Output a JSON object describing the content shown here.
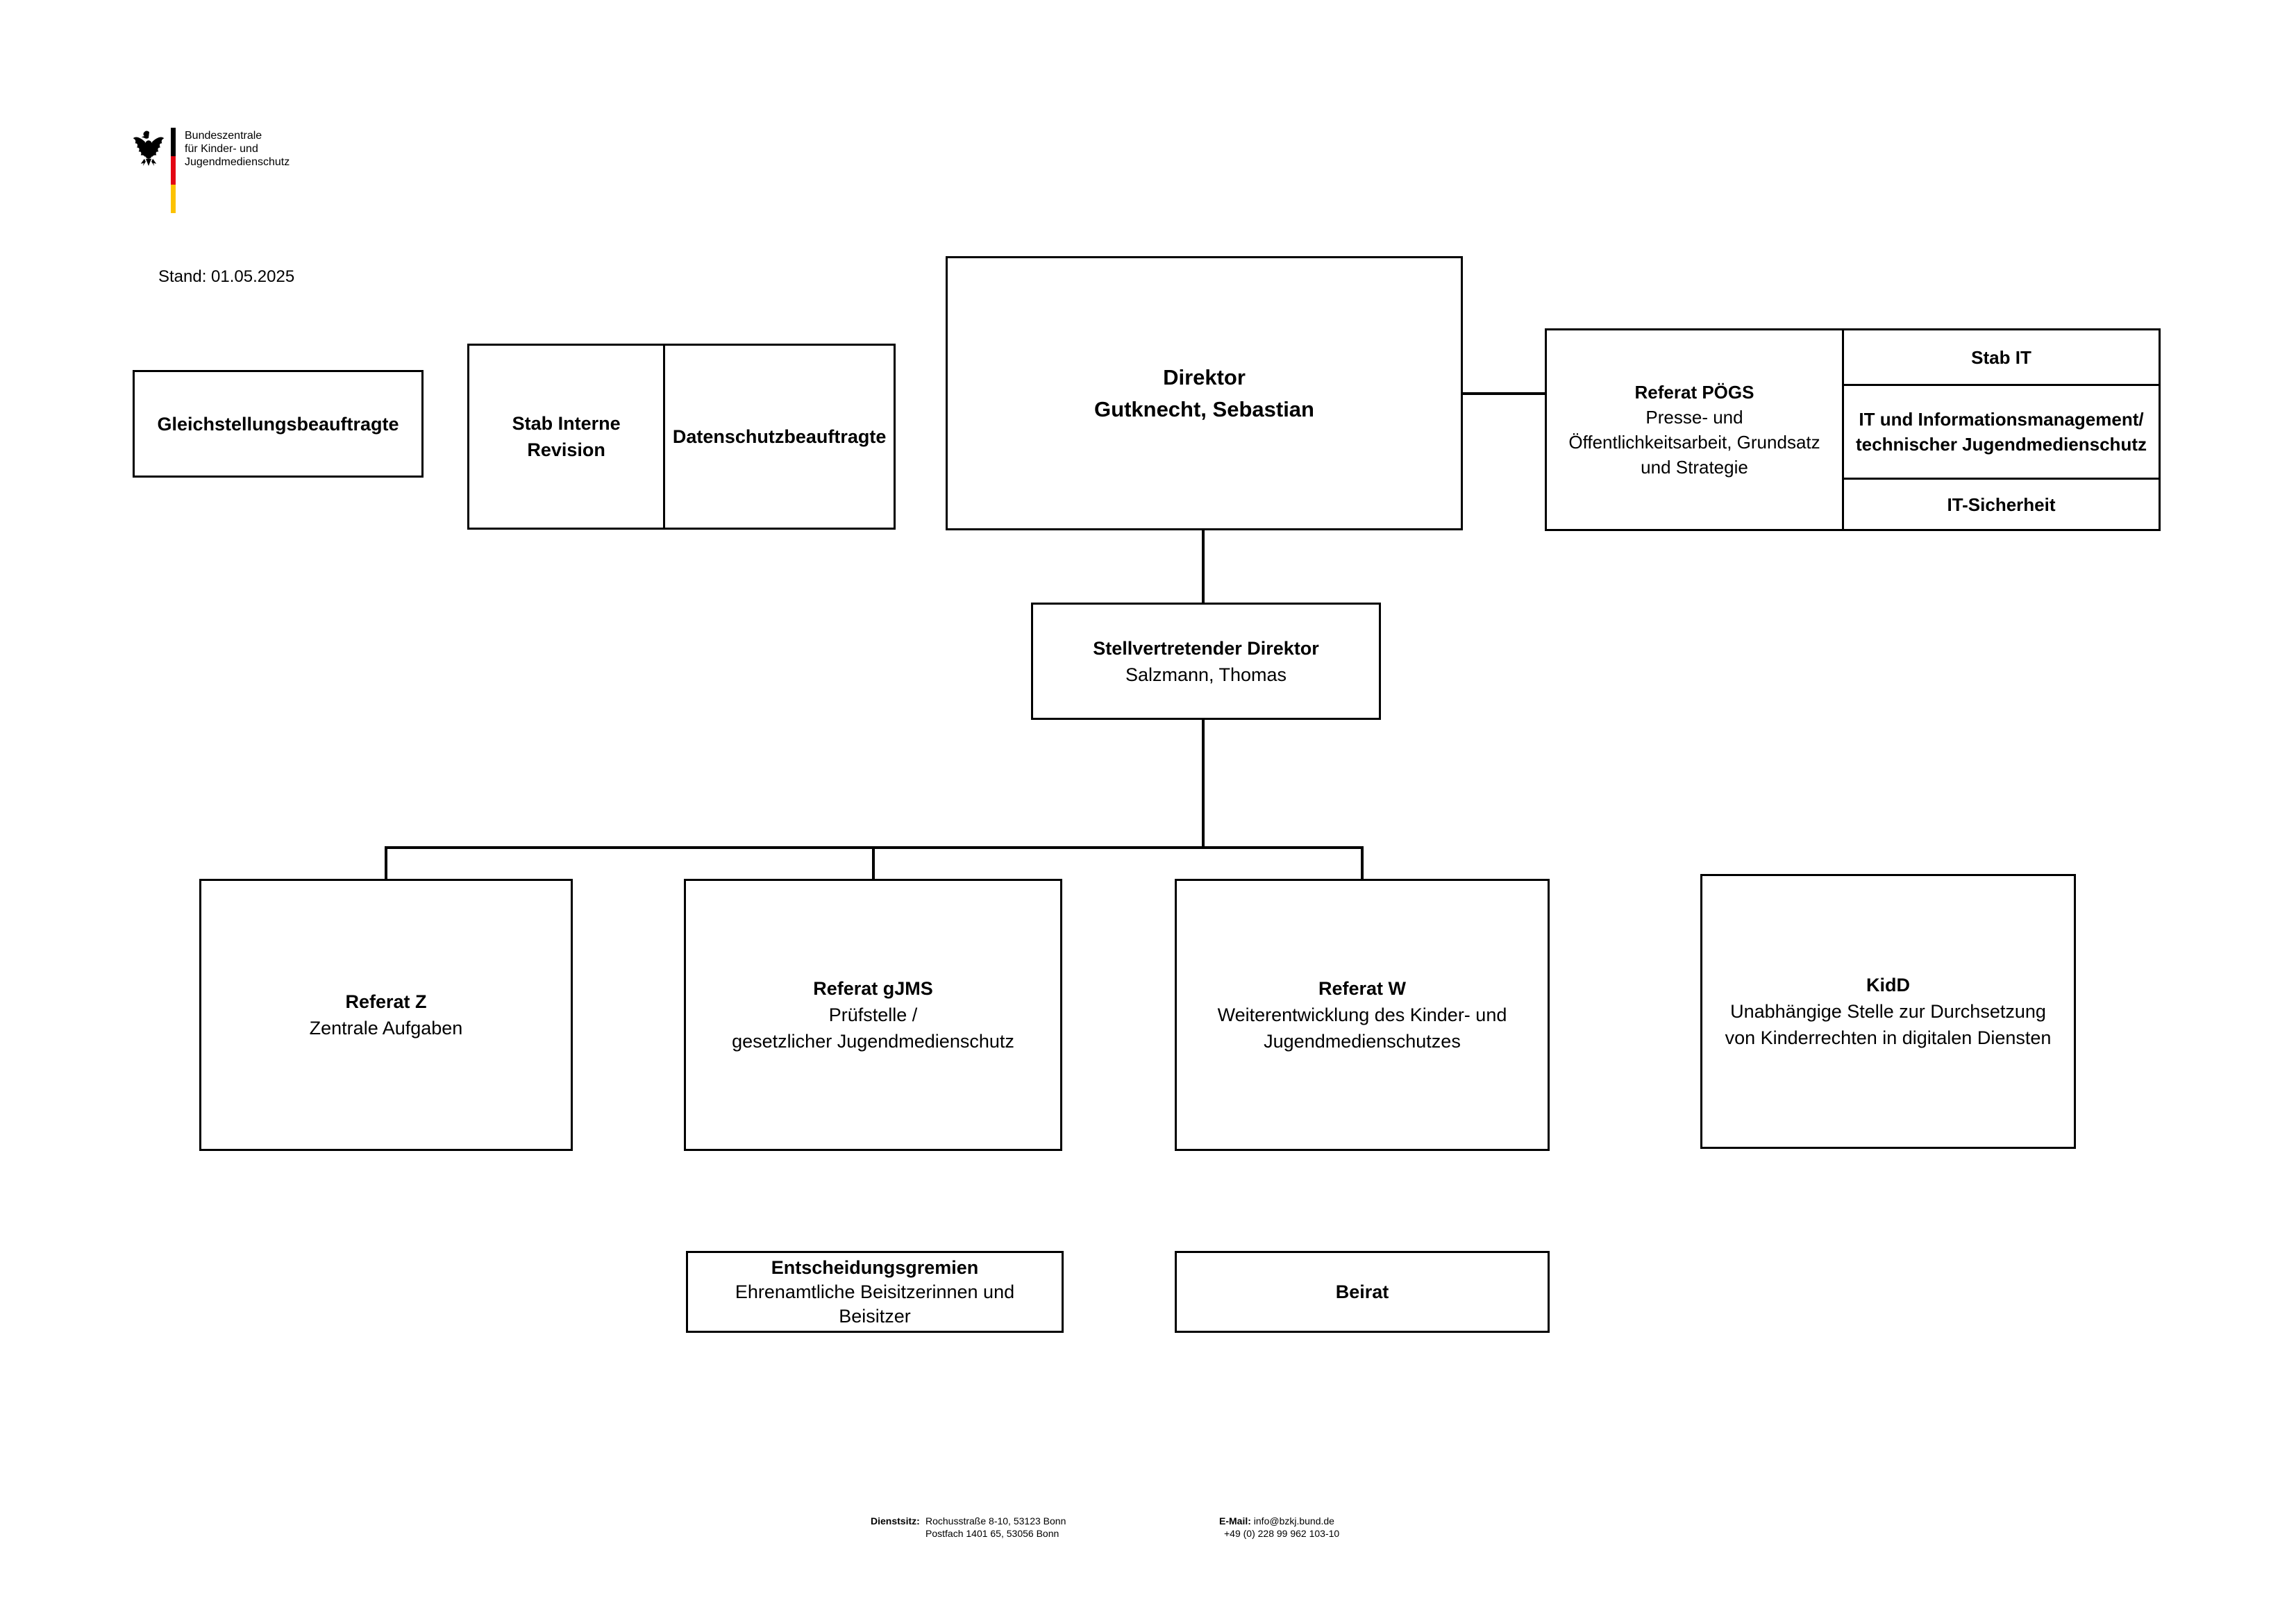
{
  "meta": {
    "stand": "Stand: 01.05.2025"
  },
  "logo": {
    "eagle_icon": "bundesadler-eagle",
    "text_lines": [
      "Bundeszentrale",
      "für Kinder- und",
      "Jugendmedienschutz"
    ],
    "flag_black": "#000000",
    "flag_red": "#e30613",
    "flag_gold": "#fcc200"
  },
  "org": {
    "gleichstellung": {
      "title": "Gleichstellungsbeauftragte"
    },
    "stab_interne_revision": {
      "title": [
        "Stab Interne",
        "Revision"
      ]
    },
    "datenschutz": {
      "title": "Datenschutzbeauftragte"
    },
    "direktor": {
      "title": "Direktor",
      "name": "Gutknecht, Sebastian"
    },
    "poegs": {
      "title": "Referat PÖGS",
      "subtitle": [
        "Presse- und",
        "Öffentlichkeitsarbeit, Grundsatz",
        "und Strategie"
      ]
    },
    "stab_it": {
      "title": "Stab IT"
    },
    "it_mgmt": {
      "title": [
        "IT und Informationsmanagement/",
        "technischer Jugendmedienschutz"
      ]
    },
    "it_sicherheit": {
      "title": "IT-Sicherheit"
    },
    "stellvertreter": {
      "title": "Stellvertretender Direktor",
      "name": "Salzmann, Thomas"
    },
    "referat_z": {
      "title": "Referat Z",
      "subtitle": "Zentrale Aufgaben"
    },
    "referat_gjms": {
      "title": "Referat gJMS",
      "subtitle": [
        "Prüfstelle /",
        "gesetzlicher Jugendmedienschutz"
      ]
    },
    "referat_w": {
      "title": "Referat W",
      "subtitle": [
        "Weiterentwicklung des Kinder- und",
        "Jugendmedienschutzes"
      ]
    },
    "kidd": {
      "title": "KidD",
      "subtitle": [
        "Unabhängige Stelle zur Durchsetzung",
        "von Kinderrechten in digitalen Diensten"
      ]
    },
    "entscheidungsgremien": {
      "title": "Entscheidungsgremien",
      "subtitle": [
        "Ehrenamtliche Beisitzerinnen und",
        "Beisitzer"
      ]
    },
    "beirat": {
      "title": "Beirat"
    }
  },
  "footer": {
    "dienstsitz_label": "Dienstsitz:",
    "address_lines": [
      "Rochusstraße 8-10, 53123 Bonn",
      "Postfach 1401 65, 53056 Bonn"
    ],
    "email_label": "E-Mail:",
    "email": "info@bzkj.bund.de",
    "phone": "+49 (0) 228 99 962 103-10"
  }
}
